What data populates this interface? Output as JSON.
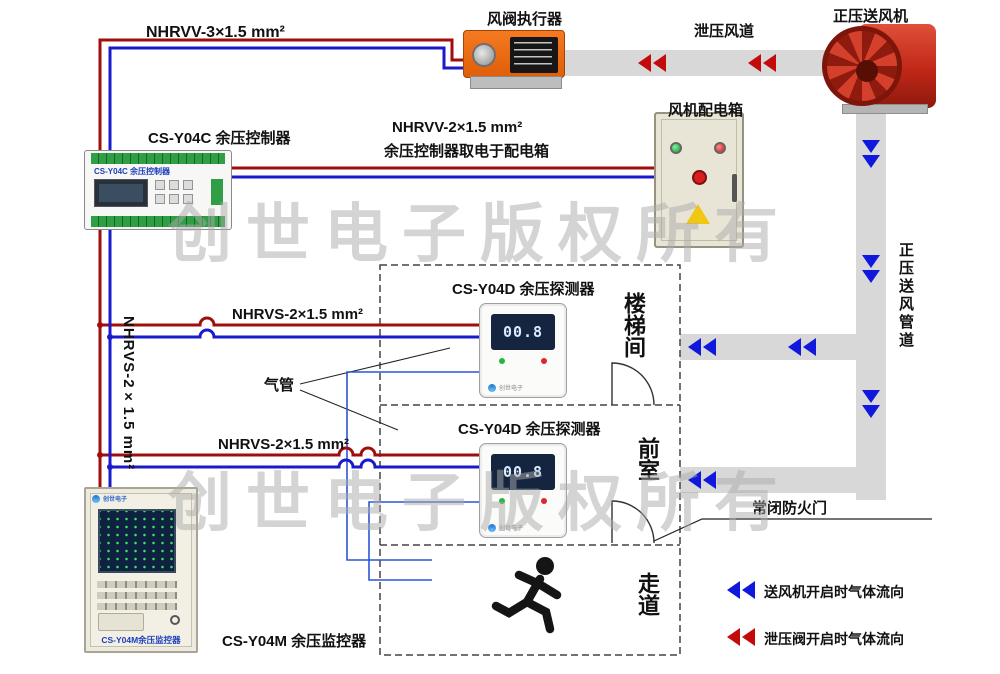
{
  "watermark": "创世电子版权所有",
  "labels": {
    "nhrvv3": "NHRVV-3×1.5 mm²",
    "actuator": "风阀执行器",
    "relief_duct": "泄压风道",
    "fan": "正压送风机",
    "controller": "CS-Y04C 余压控制器",
    "nhrvv2": "NHRVV-2×1.5 mm²",
    "nhrvv2_note": "余压控制器取电于配电箱",
    "distribution_box": "风机配电箱",
    "supply_duct": "正压送风管道",
    "detector1": "CS-Y04D 余压探测器",
    "detector2": "CS-Y04D 余压探测器",
    "nhrvs_riser": "NHRVS-2×1.5 mm²",
    "nhrvs_branch1": "NHRVS-2×1.5 mm²",
    "nhrvs_branch2": "NHRVS-2×1.5 mm²",
    "air_tube": "气管",
    "monitor": "CS-Y04M 余压监控器",
    "fire_door": "常闭防火门",
    "room_stairwell": "楼梯间",
    "room_front": "前室",
    "room_corridor": "走道"
  },
  "devices": {
    "controller_face": "CS-Y04C 余压控制器",
    "detector1_display": "00.8",
    "detector2_display": "00.8",
    "brand": "创世电子",
    "monitor_face": "CS-Y04M余压监控器"
  },
  "legend": {
    "supply_flow": "送风机开启时气体流向",
    "relief_flow": "泄压阀开启时气体流向"
  },
  "colors": {
    "wire_red": "#a00d0d",
    "wire_blue": "#1a1acd",
    "tube_blue": "#2b55d6",
    "duct_gray": "#d8d8d8",
    "arrow_blue": "#1118dd",
    "arrow_red": "#c40b0b",
    "fan_red": "#c02717",
    "actuator_orange": "#ef6a14",
    "cabinet_beige": "#e9e5d6",
    "display_navy": "#16253f",
    "display_digits": "#d6ecff"
  }
}
